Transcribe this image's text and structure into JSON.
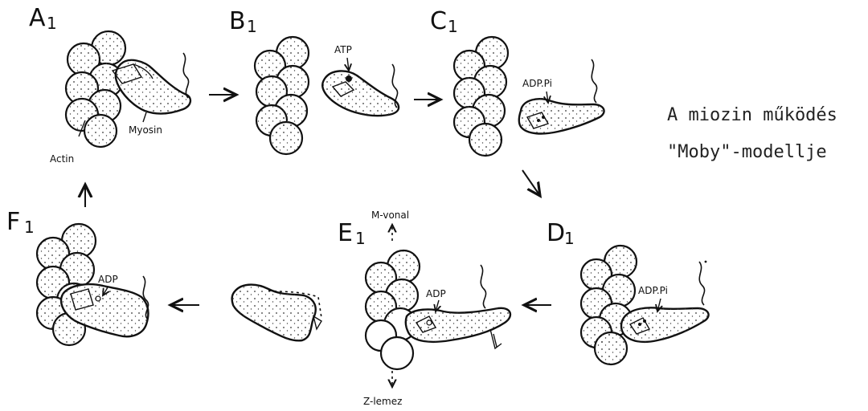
{
  "title": {
    "line1": "A miozin működés",
    "line2": "\"Moby\"-modellje"
  },
  "panels": {
    "A": {
      "letter": "A",
      "sub": "1"
    },
    "B": {
      "letter": "B",
      "sub": "1"
    },
    "C": {
      "letter": "C",
      "sub": "1"
    },
    "D": {
      "letter": "D",
      "sub": "1"
    },
    "E": {
      "letter": "E",
      "sub": "1"
    },
    "F": {
      "letter": "F",
      "sub": "1"
    }
  },
  "labels": {
    "actin": "Actin",
    "myosin": "Myosin",
    "atp": "ATP",
    "adp_pi_c": "ADP.Pi",
    "adp_pi_d": "ADP.Pi",
    "adp_e": "ADP",
    "adp_f": "ADP",
    "m_vonal": "M-vonal",
    "z_lemez": "Z-lemez"
  }
}
